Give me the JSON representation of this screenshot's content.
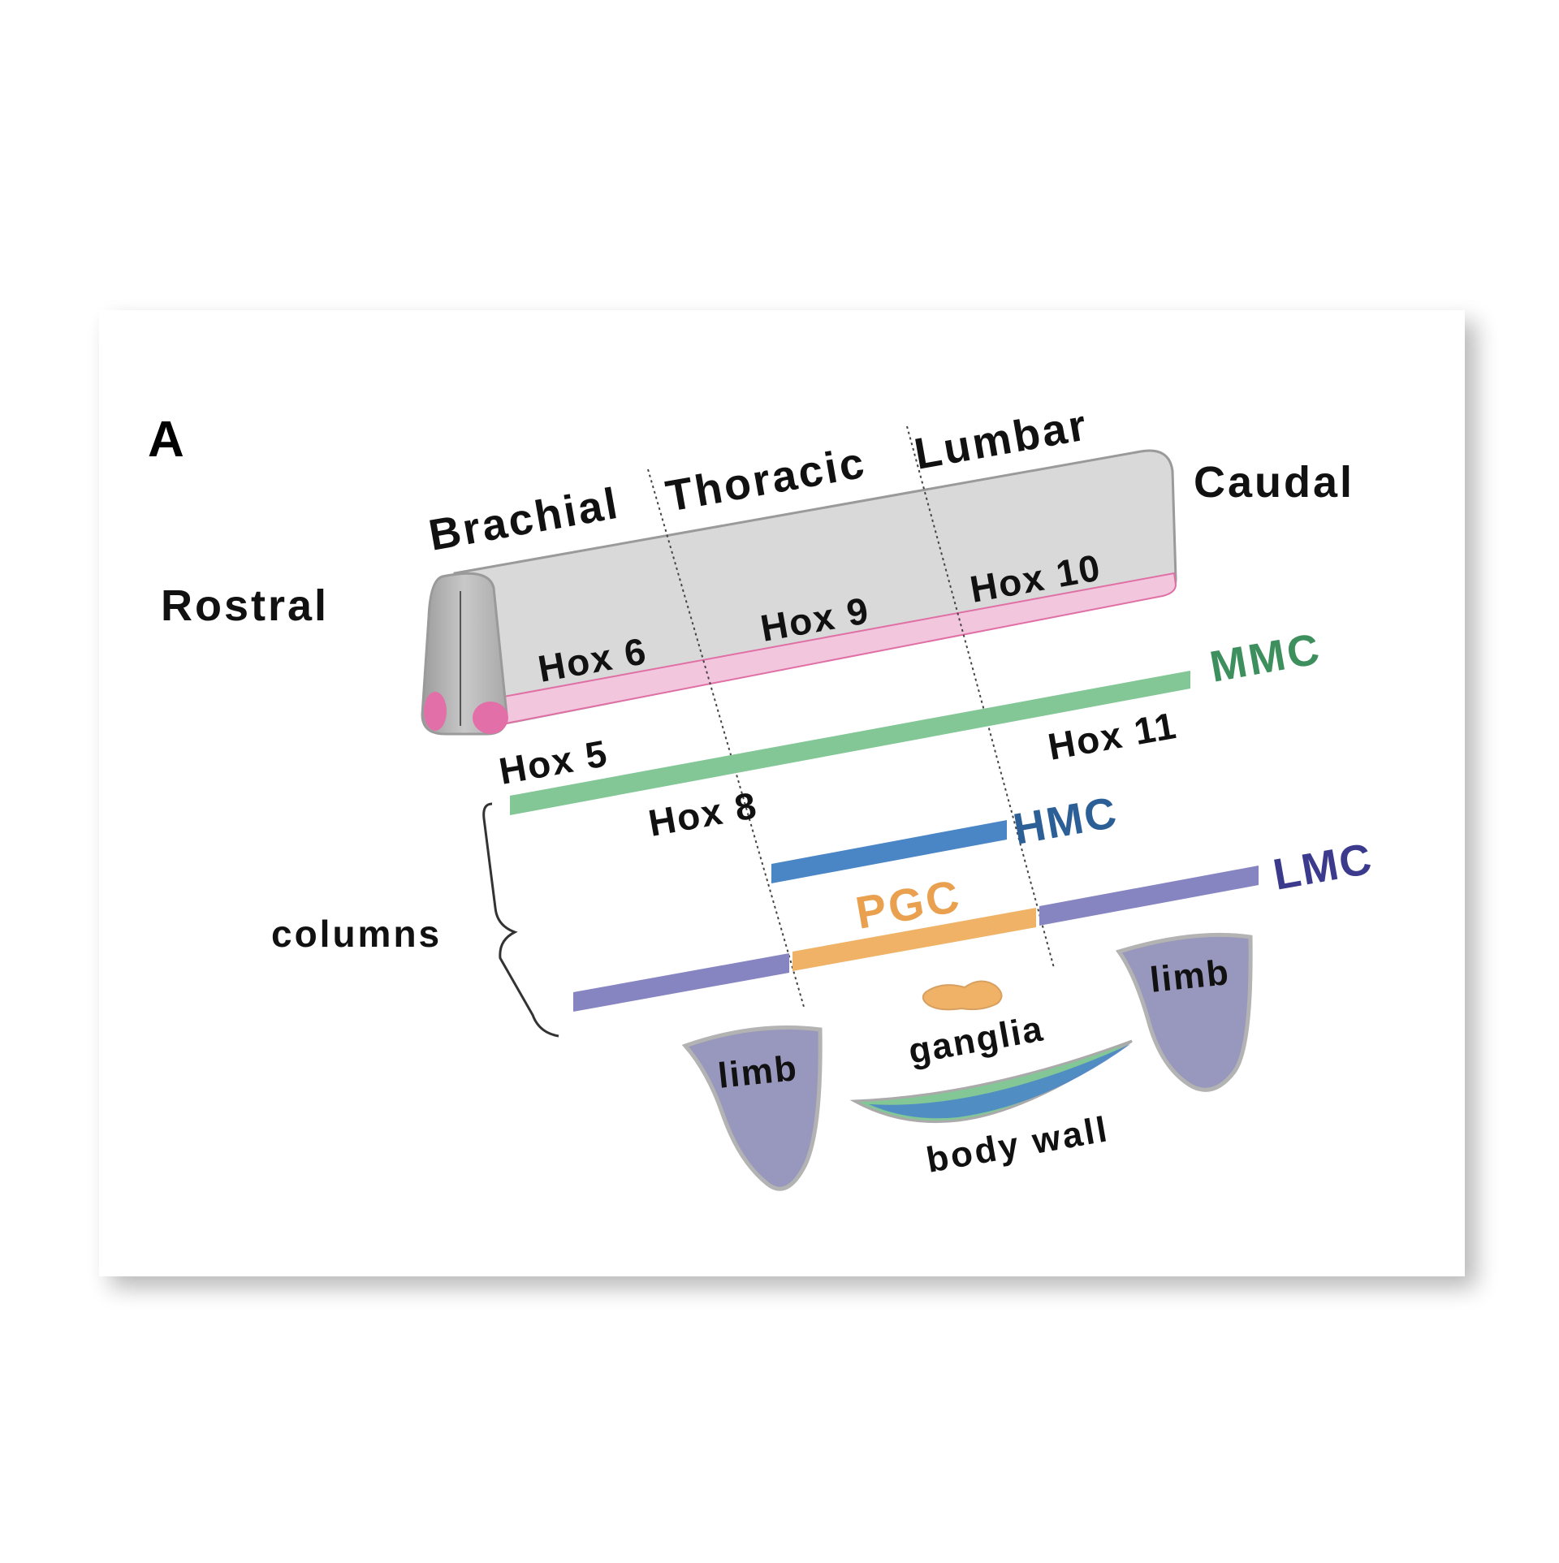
{
  "panel": {
    "label": "A"
  },
  "axis": {
    "rostral": "Rostral",
    "caudal": "Caudal"
  },
  "regions": {
    "brachial": "Brachial",
    "thoracic": "Thoracic",
    "lumbar": "Lumbar"
  },
  "hox": {
    "hox6": "Hox 6",
    "hox9": "Hox 9",
    "hox10": "Hox 10",
    "hox5": "Hox 5",
    "hox8": "Hox 8",
    "hox11": "Hox 11"
  },
  "columns": {
    "label": "columns",
    "mmc": "MMC",
    "hmc": "HMC",
    "lmc": "LMC",
    "pgc": "PGC"
  },
  "targets": {
    "limb_left": "limb",
    "limb_right": "limb",
    "ganglia": "ganglia",
    "body_wall": "body wall"
  },
  "colors": {
    "mmc": "#83c797",
    "hmc": "#4a86c6",
    "lmc": "#8785c1",
    "pgc": "#f0b266",
    "mmc_text": "#3e8f5e",
    "hmc_text": "#2c5f96",
    "lmc_text": "#3b3a8c",
    "pgc_text": "#e9a04f",
    "cord": "#d9d9d9",
    "ventral": "#f2c6dc",
    "ventral_edge": "#e06fa6",
    "limb": "#9897bd",
    "ganglia": "#f0b266"
  }
}
